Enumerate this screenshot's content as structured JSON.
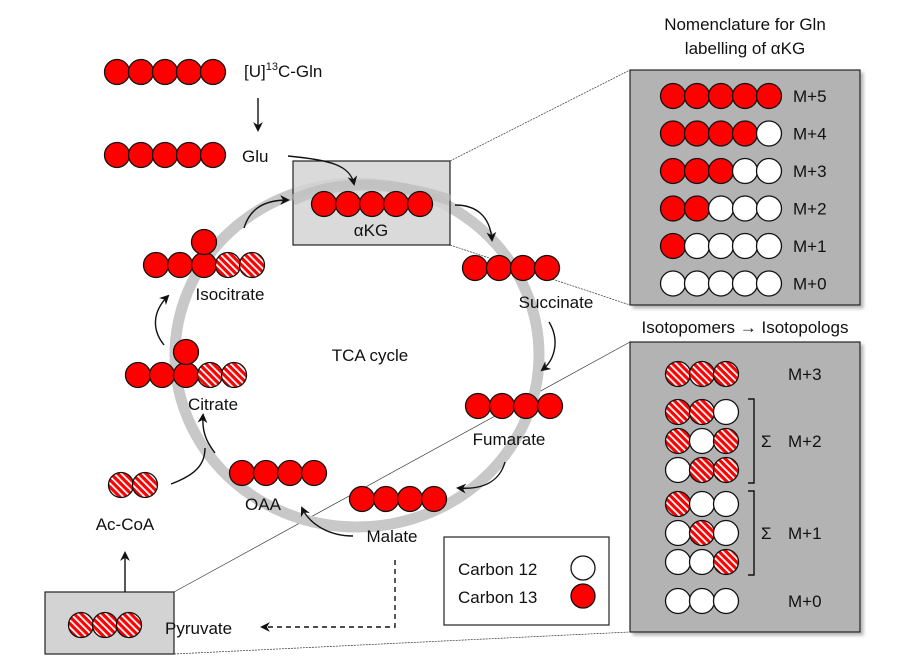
{
  "colors": {
    "carbon13": "#ff0000",
    "carbon12": "#ffffff",
    "outline": "#111111",
    "ring": "#c8c8c8",
    "box_light": "#d3d3d3",
    "panel": "#b3b3b3"
  },
  "gln": {
    "prefix": "[U]",
    "superscript": "13",
    "suffix": "C-Gln",
    "carbons": [
      "13",
      "13",
      "13",
      "13",
      "13"
    ]
  },
  "glu": {
    "label": "Glu",
    "carbons": [
      "13",
      "13",
      "13",
      "13",
      "13"
    ]
  },
  "cycle_title": "TCA cycle",
  "metabolites": {
    "akg": {
      "label": "αKG",
      "carbons": [
        "13",
        "13",
        "13",
        "13",
        "13"
      ]
    },
    "succinate": {
      "label": "Succinate",
      "carbons": [
        "13",
        "13",
        "13",
        "13"
      ]
    },
    "fumarate": {
      "label": "Fumarate",
      "carbons": [
        "13",
        "13",
        "13",
        "13"
      ]
    },
    "malate": {
      "label": "Malate",
      "carbons": [
        "13",
        "13",
        "13",
        "13"
      ]
    },
    "oaa": {
      "label": "OAA",
      "carbons": [
        "13",
        "13",
        "13",
        "13"
      ]
    },
    "citrate": {
      "label": "Citrate",
      "carbons": [
        "13",
        "13",
        "13",
        "h",
        "h"
      ],
      "branch": "13"
    },
    "isocitrate": {
      "label": "Isocitrate",
      "carbons": [
        "13",
        "13",
        "13",
        "h",
        "h"
      ],
      "branch": "13"
    },
    "accoa": {
      "label": "Ac-CoA",
      "carbons": [
        "h",
        "h"
      ]
    },
    "pyruvate": {
      "label": "Pyruvate",
      "carbons": [
        "h",
        "h",
        "h"
      ]
    }
  },
  "nomenclature_panel": {
    "title_line1": "Nomenclature for Gln",
    "title_line2": "labelling of αKG",
    "rows": [
      {
        "label": "M+5",
        "carbons": [
          "13",
          "13",
          "13",
          "13",
          "13"
        ]
      },
      {
        "label": "M+4",
        "carbons": [
          "13",
          "13",
          "13",
          "13",
          "12"
        ]
      },
      {
        "label": "M+3",
        "carbons": [
          "13",
          "13",
          "13",
          "12",
          "12"
        ]
      },
      {
        "label": "M+2",
        "carbons": [
          "13",
          "13",
          "12",
          "12",
          "12"
        ]
      },
      {
        "label": "M+1",
        "carbons": [
          "13",
          "12",
          "12",
          "12",
          "12"
        ]
      },
      {
        "label": "M+0",
        "carbons": [
          "12",
          "12",
          "12",
          "12",
          "12"
        ]
      }
    ]
  },
  "isotopomer_panel": {
    "title": "Isotopomers → Isotopologs",
    "sigma": "Σ",
    "groups": [
      {
        "label": "M+3",
        "summed": false,
        "rows": [
          [
            "h",
            "h",
            "h"
          ]
        ]
      },
      {
        "label": "M+2",
        "summed": true,
        "rows": [
          [
            "h",
            "h",
            "12"
          ],
          [
            "h",
            "12",
            "h"
          ],
          [
            "12",
            "h",
            "h"
          ]
        ]
      },
      {
        "label": "M+1",
        "summed": true,
        "rows": [
          [
            "h",
            "12",
            "12"
          ],
          [
            "12",
            "h",
            "12"
          ],
          [
            "12",
            "12",
            "h"
          ]
        ]
      },
      {
        "label": "M+0",
        "summed": false,
        "rows": [
          [
            "12",
            "12",
            "12"
          ]
        ]
      }
    ]
  },
  "legend": {
    "items": [
      {
        "label": "Carbon 12",
        "type": "12"
      },
      {
        "label": "Carbon 13",
        "type": "13"
      }
    ]
  }
}
